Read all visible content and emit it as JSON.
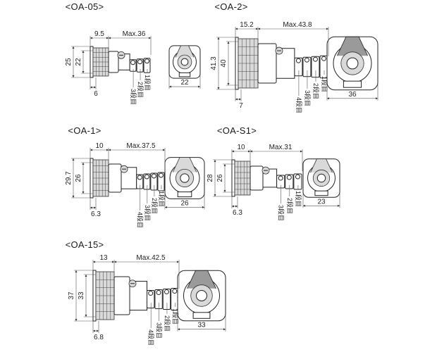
{
  "sections": [
    {
      "id": "oa-05",
      "title": "<OA-05>",
      "dims": {
        "d1": "9.5",
        "max": "Max.36",
        "h_outer": "25",
        "h_inner": "22",
        "w_front": "6",
        "w_end": "22"
      },
      "stages": [
        "3段目",
        "2段目",
        "1段目"
      ]
    },
    {
      "id": "oa-2",
      "title": "<OA-2>",
      "dims": {
        "d1": "15.2",
        "max": "Max.43.8",
        "h_outer": "41.3",
        "h_inner": "40",
        "w_front": "7",
        "w_end": "36"
      },
      "stages": [
        "4段目",
        "3段目",
        "2段目",
        "1段目"
      ]
    },
    {
      "id": "oa-1",
      "title": "<OA-1>",
      "dims": {
        "d1": "10",
        "max": "Max.37.5",
        "h_outer": "29.7",
        "h_inner": "26",
        "w_front": "6.3",
        "w_end": "26"
      },
      "stages": [
        "4段目",
        "3段目",
        "2段目",
        "1段目"
      ]
    },
    {
      "id": "oa-s1",
      "title": "<OA-S1>",
      "dims": {
        "d1": "10",
        "max": "Max.31",
        "h_outer": "28",
        "h_inner": "26",
        "w_front": "6.3",
        "w_end": "23"
      },
      "stages": [
        "3段目",
        "2段目",
        "1段目"
      ]
    },
    {
      "id": "oa-15",
      "title": "<OA-15>",
      "dims": {
        "d1": "13",
        "max": "Max.42.5",
        "h_outer": "37",
        "h_inner": "33",
        "w_front": "6.8",
        "w_end": "33"
      },
      "stages": [
        "4段目",
        "3段目",
        "2段目",
        "1段目"
      ]
    }
  ]
}
